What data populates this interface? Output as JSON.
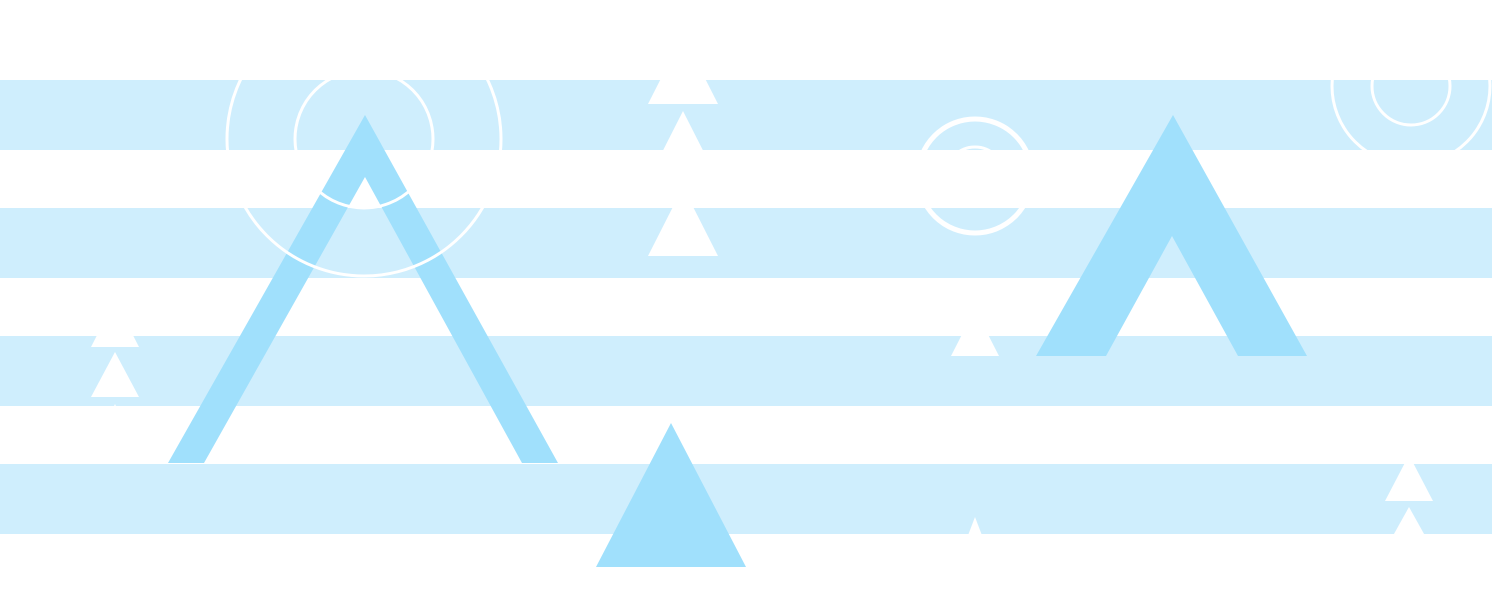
{
  "palette": {
    "background": "#ffffff",
    "band": "#cfeefd",
    "shape": "#a0e0fc",
    "overlay": "#ffffff"
  },
  "composition": {
    "band_count": 4,
    "large_triangle_outlines": 2,
    "solid_triangles": 1,
    "circle_groups": 3,
    "small_triangle_stacks": 4
  }
}
